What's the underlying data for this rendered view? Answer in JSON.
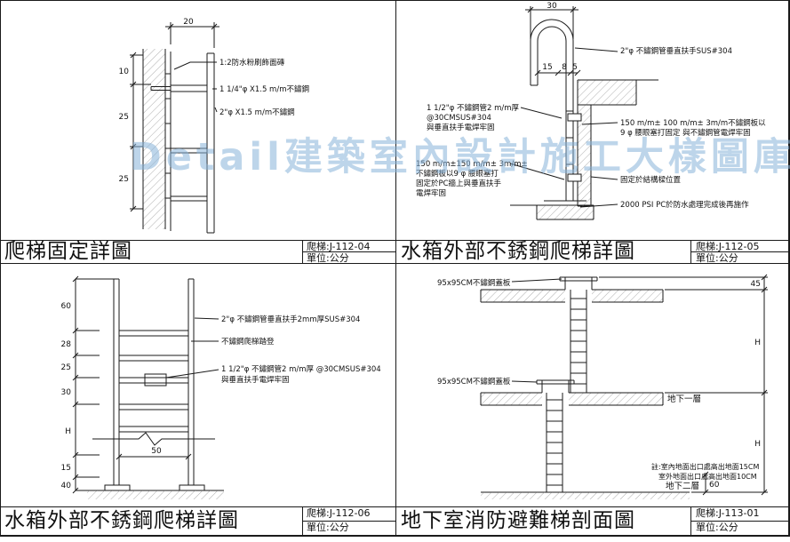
{
  "watermark": "Detail建築室內設計施工大樣圖庫",
  "colors": {
    "watermark": "#86b2d8",
    "line": "#1a1a1a"
  },
  "panels": {
    "tl": {
      "title": "爬梯固定詳圖",
      "ref": "爬梯:J-112-04",
      "unit": "單位:公分",
      "dims": {
        "w20": "20",
        "h10": "10",
        "h25a": "25",
        "h25b": "25"
      },
      "notes": {
        "finish": "1:2防水粉刷飾面磚",
        "rung": "1 1/4\"φ X1.5 m/m不鏽鋼",
        "rail": "2\"φ X1.5 m/m不鏽鋼"
      }
    },
    "tr": {
      "title": "水箱外部不銹鋼爬梯詳圖",
      "ref": "爬梯:J-112-05",
      "unit": "單位:公分",
      "dims": {
        "w30": "30",
        "d15": "15",
        "d8": "8",
        "d5": "5"
      },
      "notes": {
        "handrail": "2\"φ 不鏽鋼管垂直扶手SUS#304",
        "rung_block": [
          "1 1/2\"φ 不鏽鋼管2 m/m厚",
          "@30CMSUS#304",
          "與垂直扶手電焊牢固"
        ],
        "plate_block": [
          "150 m/m± 100 m/m± 3m/m不鏽鋼板以",
          "9 φ 腰眼塞打固定 與不鏽鋼管電焊牢固"
        ],
        "wall_block": [
          "150 m/m±150 m/m± 3m/m±",
          "不鏽鋼板以9 φ 腰眼塞打",
          "固定於PC牆上與垂直扶手",
          "電焊牢固"
        ],
        "beam": "固定於結構樑位置",
        "pc": "2000 PSI PC於防水處理完成後再施作"
      }
    },
    "bl": {
      "title": "水箱外部不銹鋼爬梯詳圖",
      "ref": "爬梯:J-112-06",
      "unit": "單位:公分",
      "dims": {
        "d60": "60",
        "d28": "28",
        "d25": "25",
        "d30": "30",
        "dH": "H",
        "d15": "15",
        "d40": "40",
        "w50": "50"
      },
      "notes": {
        "handrail": "2\"φ 不鏽鋼管垂直扶手2mm厚SUS#304",
        "ladder": "不鏽鋼爬梯踏登",
        "rung_block": [
          "1 1/2\"φ 不鏽鋼管2 m/m厚 @30CMSUS#304",
          "與垂直扶手電焊牢固"
        ]
      }
    },
    "br": {
      "title": "地下室消防避難梯剖面圖",
      "ref": "爬梯:J-113-01",
      "unit": "單位:公分",
      "dims": {
        "d45": "45",
        "dH1": "H",
        "dH2": "H",
        "d60": "60"
      },
      "labels": {
        "cover1": "95x95CM不鏽鋼蓋板",
        "cover2": "95x95CM不鏽鋼蓋板",
        "b1": "地下一層",
        "b2": "地下二層",
        "note1": "註:室內地面出口處高出地面15CM",
        "note2": "室外地面出口處高出地面10CM"
      }
    }
  }
}
